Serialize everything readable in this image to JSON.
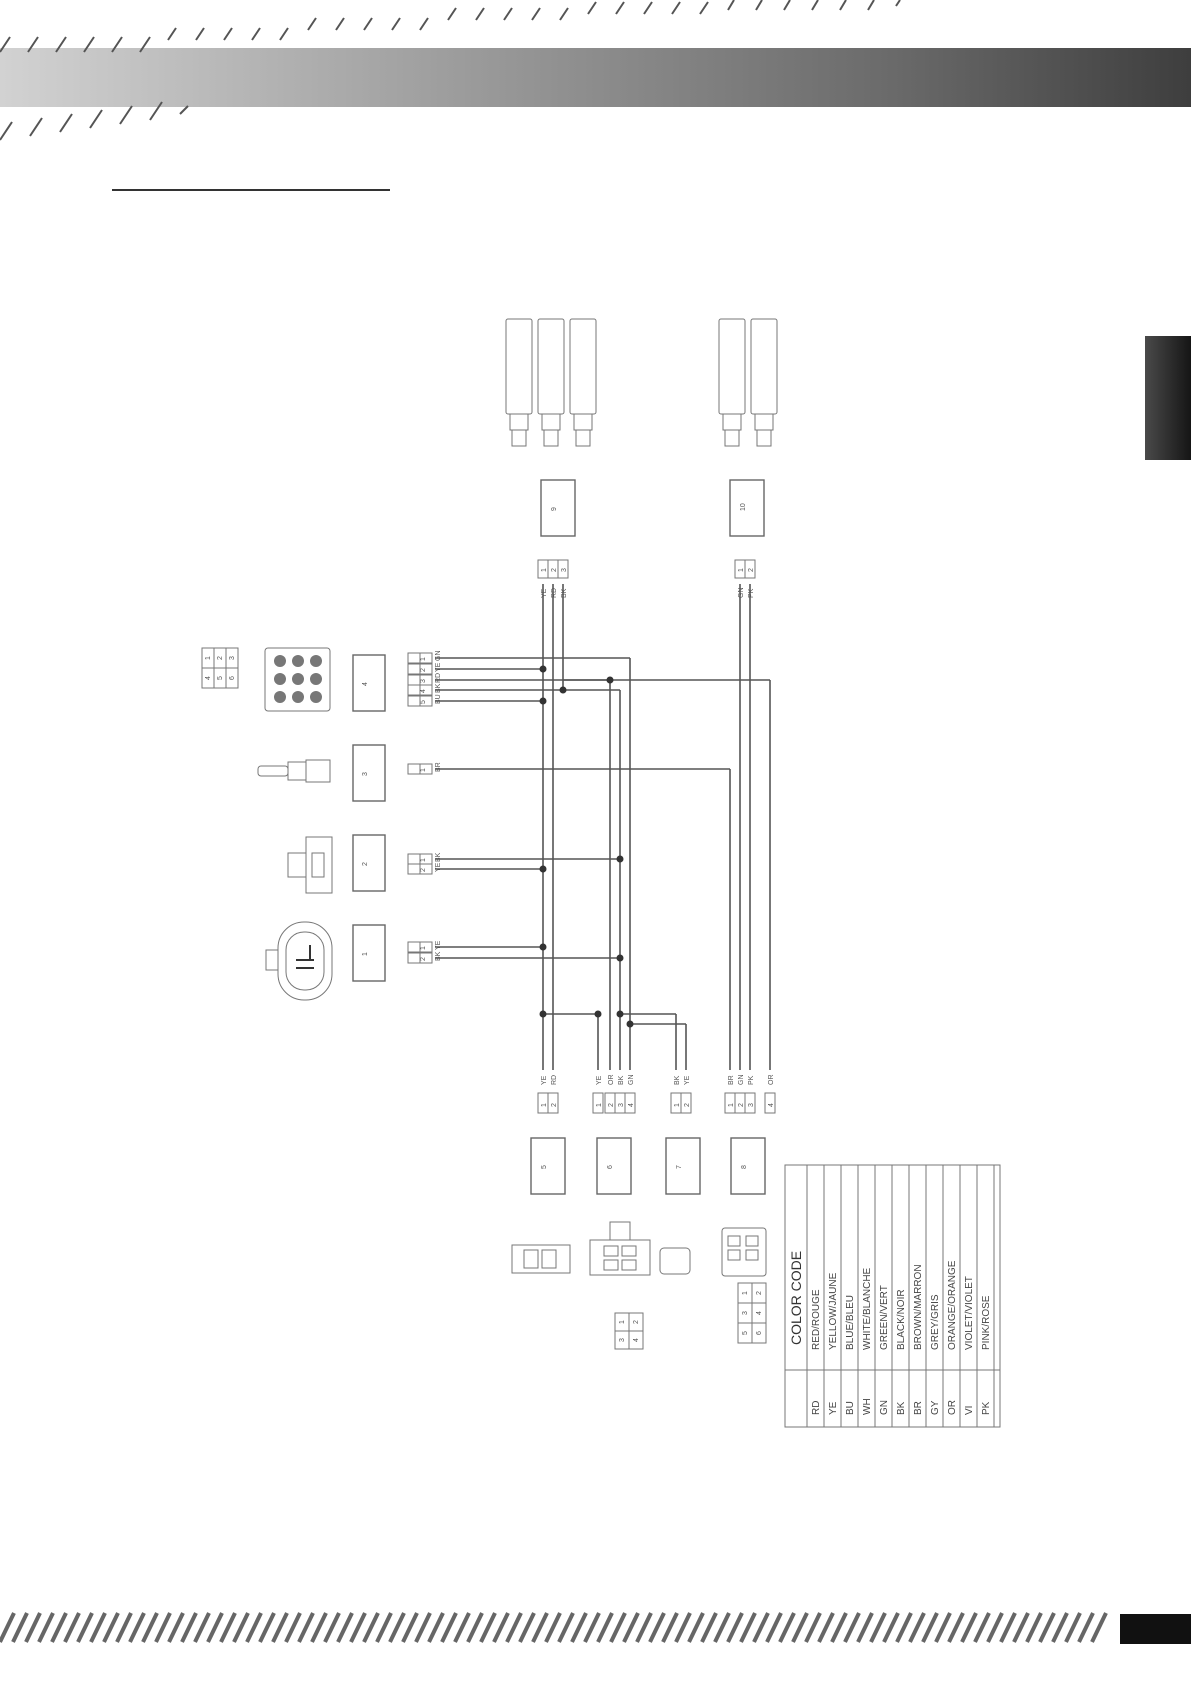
{
  "diagram": {
    "modules": [
      {
        "num": "1"
      },
      {
        "num": "2"
      },
      {
        "num": "3"
      },
      {
        "num": "4"
      },
      {
        "num": "5"
      },
      {
        "num": "6"
      },
      {
        "num": "7"
      },
      {
        "num": "8"
      },
      {
        "num": "9"
      },
      {
        "num": "10"
      }
    ],
    "left_connectors": {
      "c4": {
        "pins": [
          "1",
          "2",
          "3",
          "4",
          "5"
        ],
        "wires": [
          "GN",
          "YE",
          "RD",
          "BK",
          "BU"
        ]
      },
      "c3": {
        "pins": [
          "1"
        ],
        "wires": [
          "BR"
        ]
      },
      "c2": {
        "pins": [
          "1",
          "2"
        ],
        "wires": [
          "BK",
          "YE"
        ]
      },
      "c1": {
        "pins": [
          "1",
          "2"
        ],
        "wires": [
          "YE",
          "BK"
        ]
      }
    },
    "top_connectors": {
      "c9": {
        "pins": [
          "1",
          "2",
          "3"
        ],
        "wires": [
          "YE",
          "RD",
          "BK"
        ]
      },
      "c10": {
        "pins": [
          "1",
          "2"
        ],
        "wires": [
          "GN",
          "PK"
        ]
      }
    },
    "bottom_connectors": {
      "c5": {
        "pins": [
          "1",
          "2"
        ],
        "wires": [
          "YE",
          "RD"
        ]
      },
      "c6": {
        "pins": [
          "1",
          "2",
          "3",
          "4"
        ],
        "wires": [
          "YE",
          "OR",
          "BK",
          "GN"
        ]
      },
      "c7": {
        "pins": [
          "1",
          "2"
        ],
        "wires": [
          "BK",
          "YE"
        ]
      },
      "c8": {
        "pins": [
          "1",
          "2",
          "3",
          "4"
        ],
        "wires": [
          "BR",
          "GN",
          "PK",
          "OR"
        ]
      }
    },
    "pin_grids": {
      "g4": [
        "1",
        "2",
        "3",
        "4",
        "5",
        "6"
      ],
      "g6": [
        "1",
        "2",
        "3",
        "4"
      ],
      "g8": [
        "1",
        "2",
        "3",
        "4",
        "5",
        "6"
      ]
    }
  },
  "color_code": {
    "title": "COLOR CODE",
    "rows": [
      {
        "code": "RD",
        "name": "RED/ROUGE"
      },
      {
        "code": "YE",
        "name": "YELLOW/JAUNE"
      },
      {
        "code": "BU",
        "name": "BLUE/BLEU"
      },
      {
        "code": "WH",
        "name": "WHITE/BLANCHE"
      },
      {
        "code": "GN",
        "name": "GREEN/VERT"
      },
      {
        "code": "BK",
        "name": "BLACK/NOIR"
      },
      {
        "code": "BR",
        "name": "BROWN/MARRON"
      },
      {
        "code": "GY",
        "name": "GREY/GRIS"
      },
      {
        "code": "OR",
        "name": "ORANGE/ORANGE"
      },
      {
        "code": "VI",
        "name": "VIOLET/VIOLET"
      },
      {
        "code": "PK",
        "name": "PINK/ROSE"
      }
    ]
  }
}
